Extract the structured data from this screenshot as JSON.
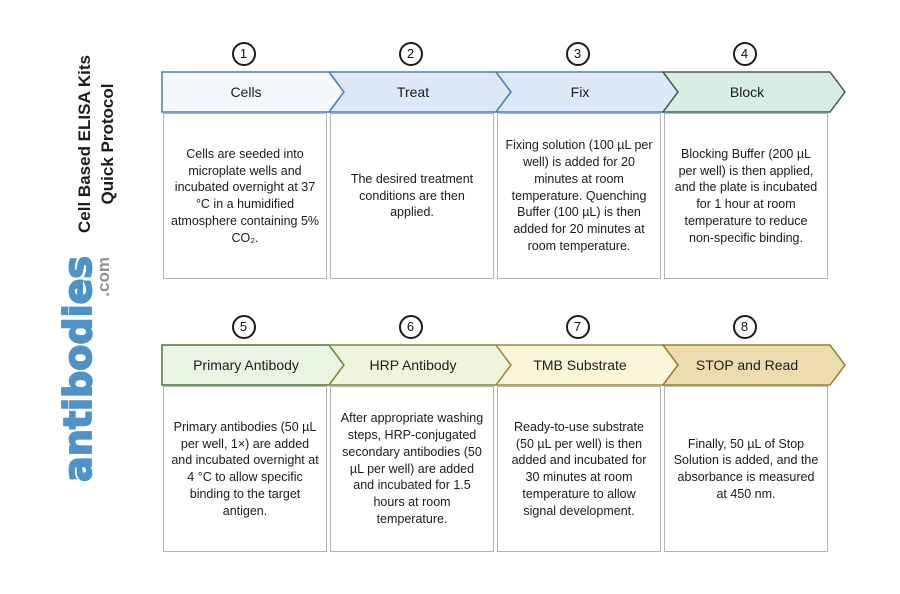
{
  "sidebar": {
    "title_line1": "Cell Based ELISA Kits",
    "title_line2": "Quick Protocol",
    "title_color": "#1d1d1f",
    "logo_text": "antibodies",
    "logo_suffix": ".com",
    "logo_color": "#4e92c7",
    "logo_suffix_color": "#8f9193"
  },
  "protocol": {
    "rows": [
      {
        "steps": [
          {
            "number": "1",
            "label": "Cells",
            "fill": "#f4f8fd",
            "stroke": "#4f7fae",
            "description": "Cells are seeded into microplate wells and incubated overnight at 37 °C in a humidified atmosphere containing 5% CO₂."
          },
          {
            "number": "2",
            "label": "Treat",
            "fill": "#dce8f8",
            "stroke": "#4f7fae",
            "description": "The desired treatment conditions are then applied."
          },
          {
            "number": "3",
            "label": "Fix",
            "fill": "#dee9f8",
            "stroke": "#4f7fae",
            "description": "Fixing solution (100 µL per well) is added for 20 minutes at room temperature. Quenching Buffer (100 µL) is then added for 20 minutes at room temperature."
          },
          {
            "number": "4",
            "label": "Block",
            "fill": "#d8eee5",
            "stroke": "#41605a",
            "description": "Blocking Buffer (200 µL per well) is then applied, and the plate is incubated for 1 hour at room temperature to reduce non-specific binding."
          }
        ]
      },
      {
        "steps": [
          {
            "number": "5",
            "label": "Primary Antibody",
            "fill": "#e9f4e3",
            "stroke": "#497534",
            "description": "Primary antibodies (50 µL per well, 1×) are added and incubated overnight at 4 °C to allow specific binding to the target antigen."
          },
          {
            "number": "6",
            "label": "HRP Antibody",
            "fill": "#eff4dd",
            "stroke": "#7d883a",
            "description": "After appropriate washing steps, HRP-conjugated secondary antibodies (50 µL per well) are added and incubated for 1.5 hours at room temperature."
          },
          {
            "number": "7",
            "label": "TMB Substrate",
            "fill": "#faf6d9",
            "stroke": "#a5853e",
            "description": "Ready-to-use substrate (50 µL per well) is then added and incubated for 30 minutes at room temperature to allow signal development."
          },
          {
            "number": "8",
            "label": "STOP and Read",
            "fill": "#ecdcae",
            "stroke": "#9a7c31",
            "description": "Finally, 50 µL of Stop Solution is added, and the absorbance is measured at 450 nm."
          }
        ]
      }
    ]
  }
}
